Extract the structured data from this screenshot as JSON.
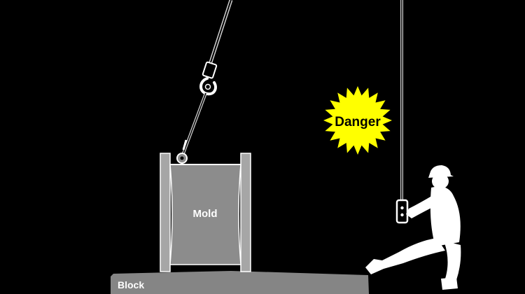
{
  "labels": {
    "mold": "Mold",
    "block": "Block",
    "danger": "Danger"
  },
  "colors": {
    "background": "#000000",
    "mold_fill": "#8c8c8c",
    "mold_flange": "#a6a6a6",
    "outline": "#ffffff",
    "block_fill": "#858585",
    "danger_burst": "#ffff00",
    "danger_text": "#000000",
    "label_text": "#ffffff",
    "worker": "#ffffff"
  },
  "icons": [
    "crane-hook-icon",
    "pendant-controller-icon",
    "danger-burst-icon",
    "worker-silhouette-icon"
  ]
}
